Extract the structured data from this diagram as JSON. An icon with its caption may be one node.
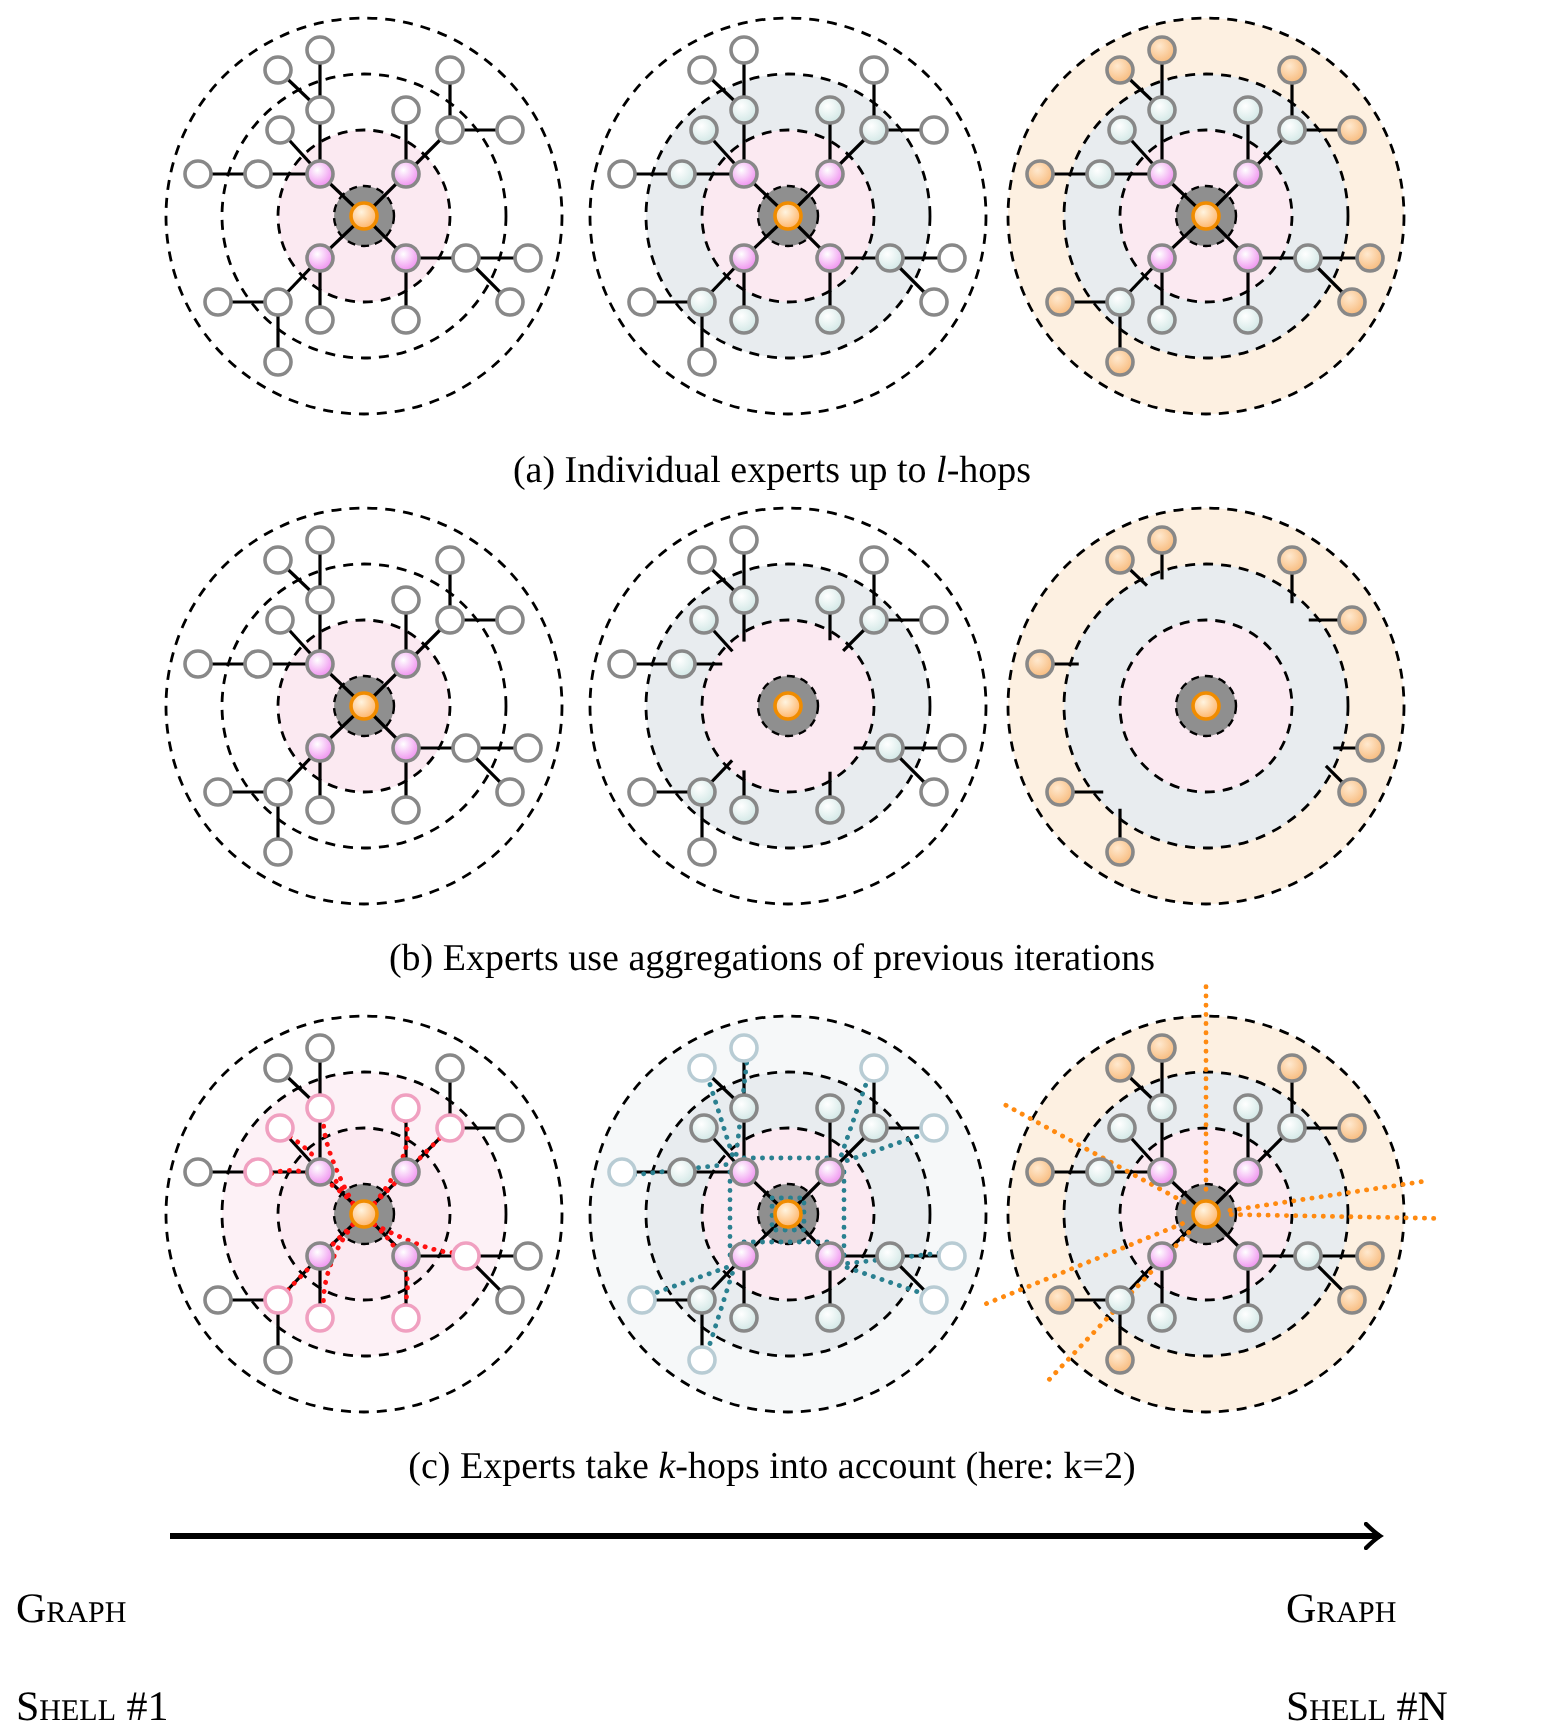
{
  "diagram": {
    "labels": [
      "(a) Individual experts up to *l*-hops",
      "(b) Experts use aggregations of previous iterations",
      "(c) Experts take *k*-hops into account (here: k=2)",
      "Graph",
      "Graph",
      "Shell #1",
      "Shell #N"
    ]
  }
}
